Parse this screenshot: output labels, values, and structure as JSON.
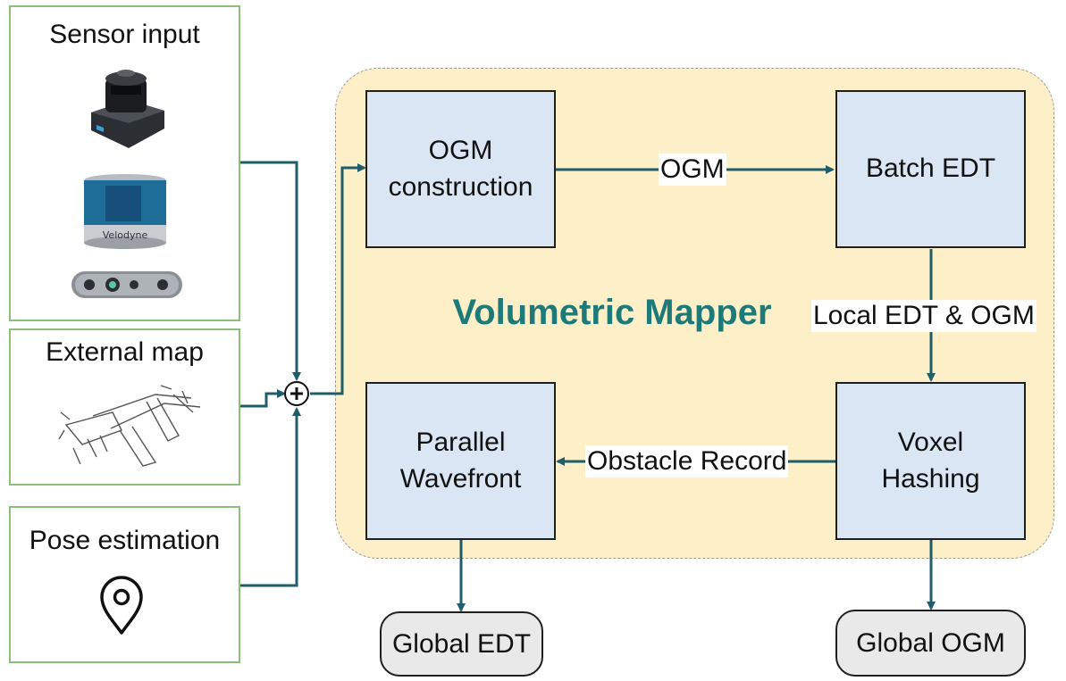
{
  "inputs": {
    "sensor": {
      "title": "Sensor input",
      "icons": [
        "2d-lidar-icon",
        "velodyne-lidar-icon",
        "depth-camera-icon"
      ],
      "velodyne_brand": "Velodyne"
    },
    "external_map": {
      "title": "External map"
    },
    "pose": {
      "title": "Pose estimation",
      "icon": "location-pin-icon"
    }
  },
  "mapper": {
    "title": "Volumetric Mapper",
    "nodes": {
      "ogm_construction": "OGM\nconstruction",
      "batch_edt": "Batch EDT",
      "voxel_hashing": "Voxel\nHashing",
      "parallel_wavefront": "Parallel\nWavefront"
    },
    "edges": {
      "ogm": "OGM",
      "local_edt_ogm": "Local EDT & OGM",
      "obstacle_record": "Obstacle Record"
    }
  },
  "outputs": {
    "global_edt": "Global EDT",
    "global_ogm": "Global OGM"
  },
  "colors": {
    "panel_border": "#8cc07a",
    "mapper_bg": "#fdf0c8",
    "node_fill": "#dae6f4",
    "wire": "#1f5d6b",
    "title": "#1e7a78"
  }
}
